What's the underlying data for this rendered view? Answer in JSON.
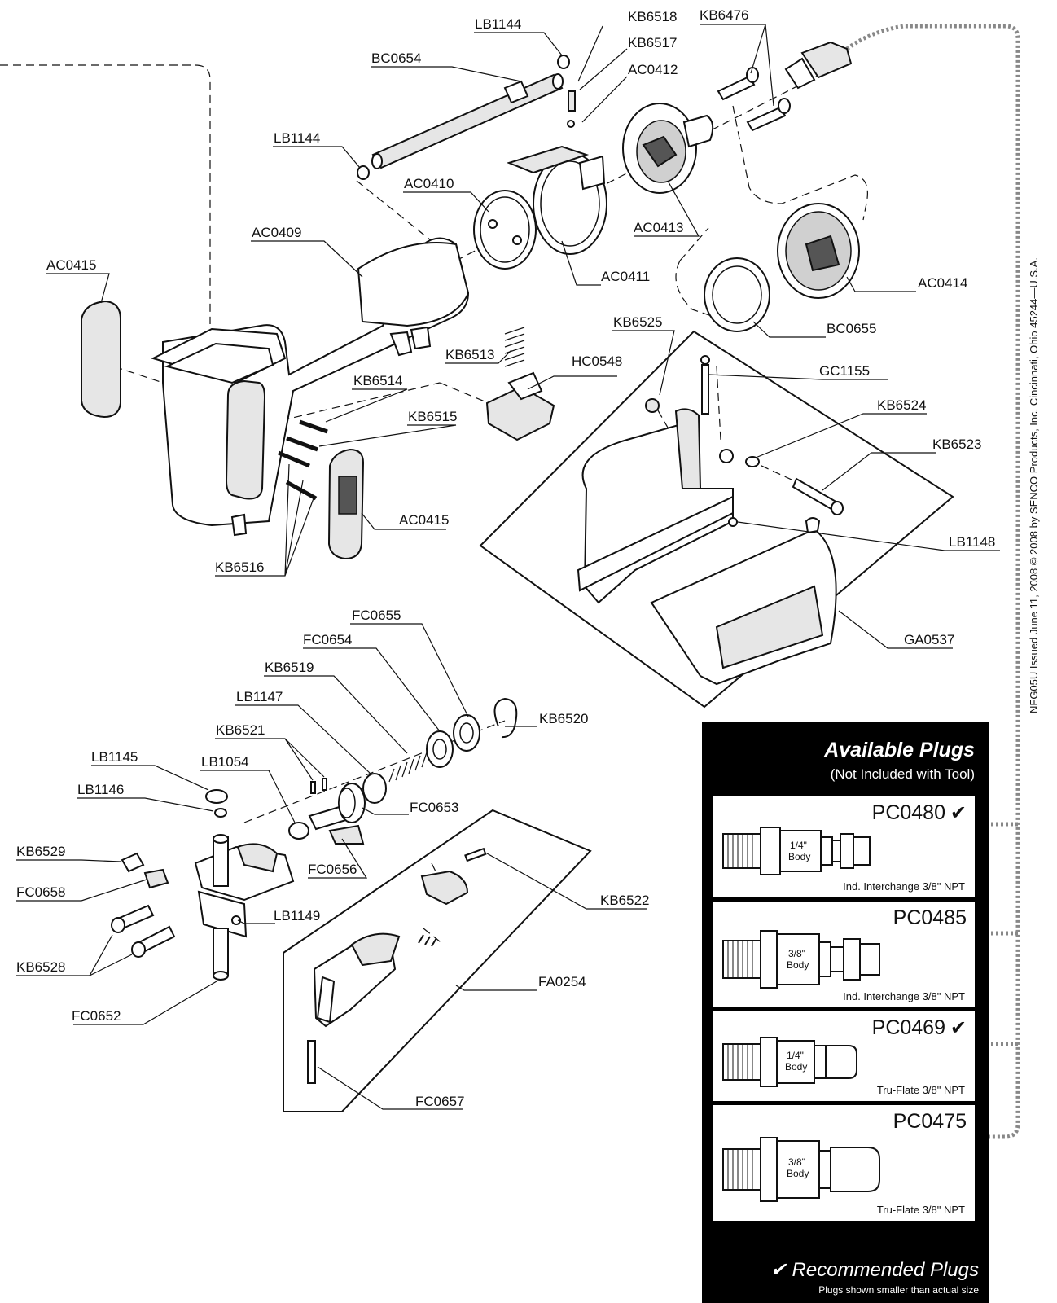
{
  "labels": {
    "LB1144_top": "LB1144",
    "BC0654": "BC0654",
    "KB6518": "KB6518",
    "KB6517": "KB6517",
    "AC0412": "AC0412",
    "KB6476": "KB6476",
    "LB1144_left": "LB1144",
    "AC0410": "AC0410",
    "AC0409": "AC0409",
    "AC0413": "AC0413",
    "AC0415_top": "AC0415",
    "AC0411": "AC0411",
    "AC0414": "AC0414",
    "BC0655": "BC0655",
    "KB6525": "KB6525",
    "KB6513": "KB6513",
    "HC0548": "HC0548",
    "GC1155": "GC1155",
    "KB6514": "KB6514",
    "KB6524": "KB6524",
    "KB6515": "KB6515",
    "KB6523": "KB6523",
    "AC0415_bottom": "AC0415",
    "LB1148": "LB1148",
    "KB6516": "KB6516",
    "GA0537": "GA0537",
    "FC0655": "FC0655",
    "FC0654": "FC0654",
    "KB6519": "KB6519",
    "LB1147": "LB1147",
    "KB6520": "KB6520",
    "KB6521": "KB6521",
    "LB1145": "LB1145",
    "LB1054": "LB1054",
    "LB1146": "LB1146",
    "FC0653": "FC0653",
    "KB6529": "KB6529",
    "FC0656": "FC0656",
    "FC0658": "FC0658",
    "KB6522": "KB6522",
    "LB1149": "LB1149",
    "KB6528": "KB6528",
    "FA0254": "FA0254",
    "FC0652": "FC0652",
    "FC0657": "FC0657"
  },
  "copyright": "NFG05U Issued June 11, 2008 © 2008 by SENCO Products, Inc. Cincinnati, Ohio 45244—U.S.A.",
  "plugs_panel": {
    "title": "Available Plugs",
    "subtitle": "(Not Included with Tool)",
    "check_mark": "✔",
    "plugs": [
      {
        "code": "PC0480",
        "recommended": true,
        "size": "1/4\"",
        "body": "Body",
        "desc": "Ind. Interchange 3/8\" NPT"
      },
      {
        "code": "PC0485",
        "recommended": false,
        "size": "3/8\"",
        "body": "Body",
        "desc": "Ind. Interchange 3/8\" NPT"
      },
      {
        "code": "PC0469",
        "recommended": true,
        "size": "1/4\"",
        "body": "Body",
        "desc": "Tru-Flate 3/8\" NPT"
      },
      {
        "code": "PC0475",
        "recommended": false,
        "size": "3/8\"",
        "body": "Body",
        "desc": "Tru-Flate 3/8\" NPT"
      }
    ],
    "recommended_label": "✔  Recommended Plugs",
    "smaller_note": "Plugs shown smaller than actual size"
  }
}
